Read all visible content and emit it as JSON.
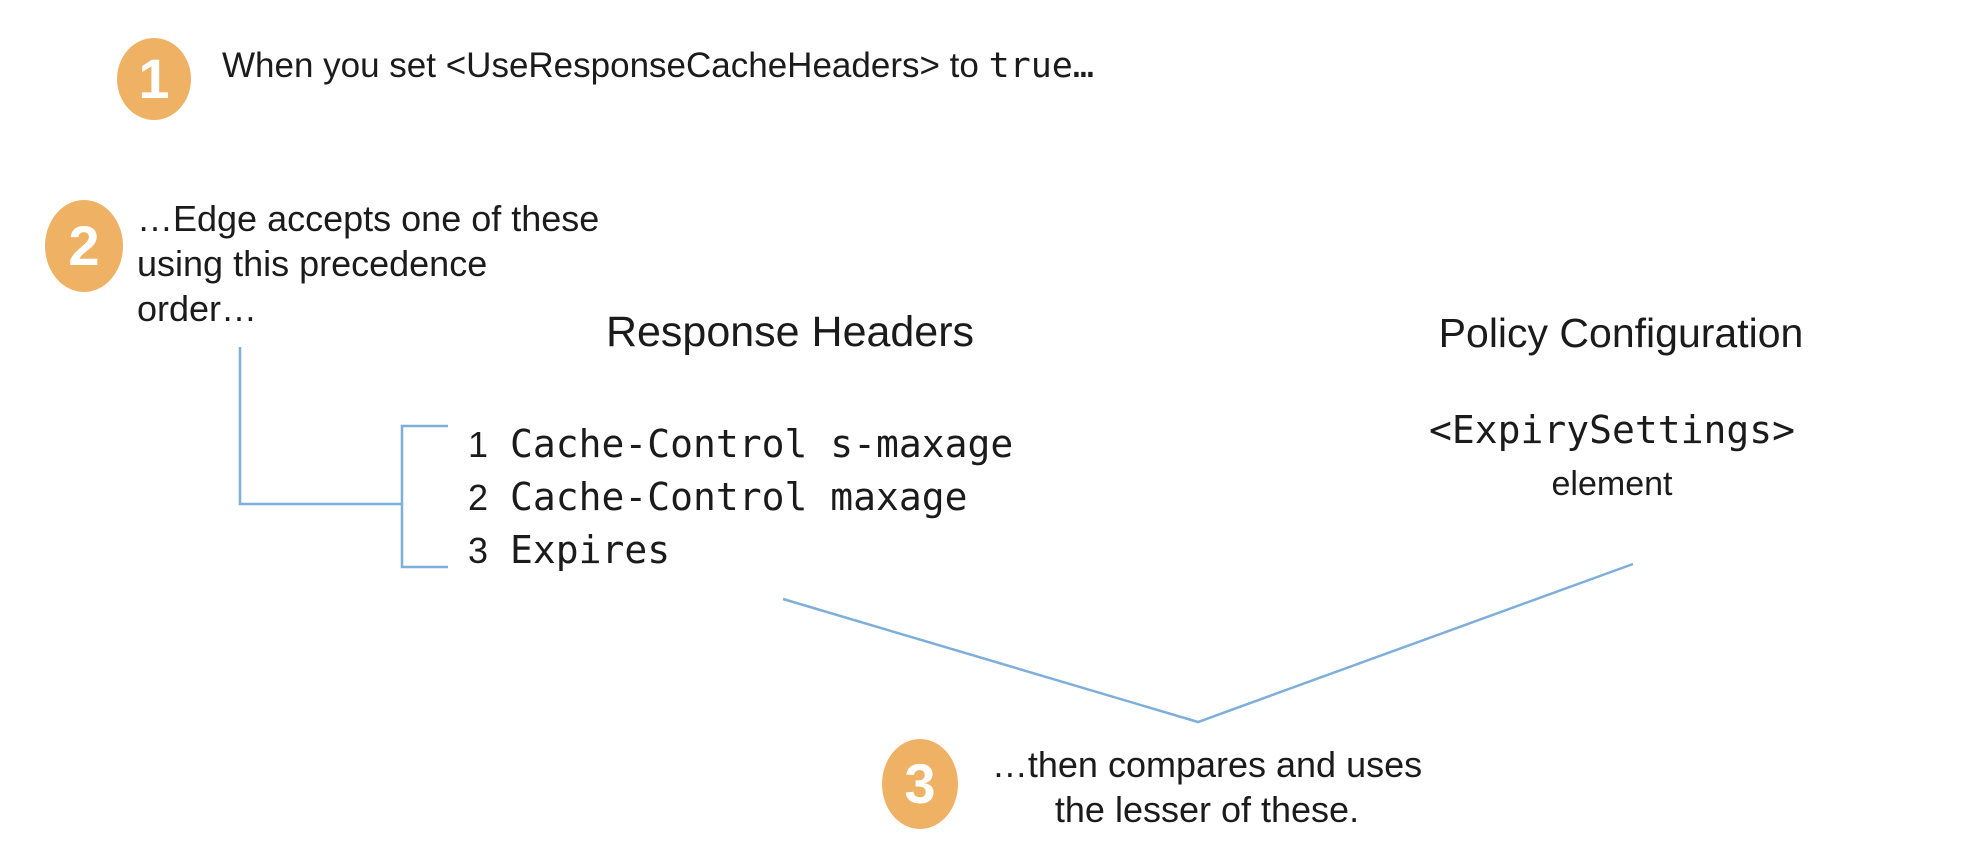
{
  "colors": {
    "badge": "#efb164",
    "badge_text": "#ffffff",
    "connector": "#7eafdb",
    "text": "#1b1b1b"
  },
  "step1": {
    "number": "1",
    "text": "When you set <UseResponseCacheHeaders> to ",
    "code": "true…"
  },
  "step2": {
    "number": "2",
    "line1": "…Edge accepts one of these",
    "line2": "using this precedence",
    "line3": "order…"
  },
  "step3": {
    "number": "3",
    "line1": "…then compares and uses",
    "line2": "the lesser of these."
  },
  "response_headers": {
    "title": "Response Headers",
    "items": [
      {
        "rank": "1",
        "code": "Cache-Control s-maxage"
      },
      {
        "rank": "2",
        "code": "Cache-Control maxage"
      },
      {
        "rank": "3",
        "code": "Expires"
      }
    ]
  },
  "policy_configuration": {
    "title": "Policy Configuration",
    "code": "<ExpirySettings>",
    "label": "element"
  }
}
